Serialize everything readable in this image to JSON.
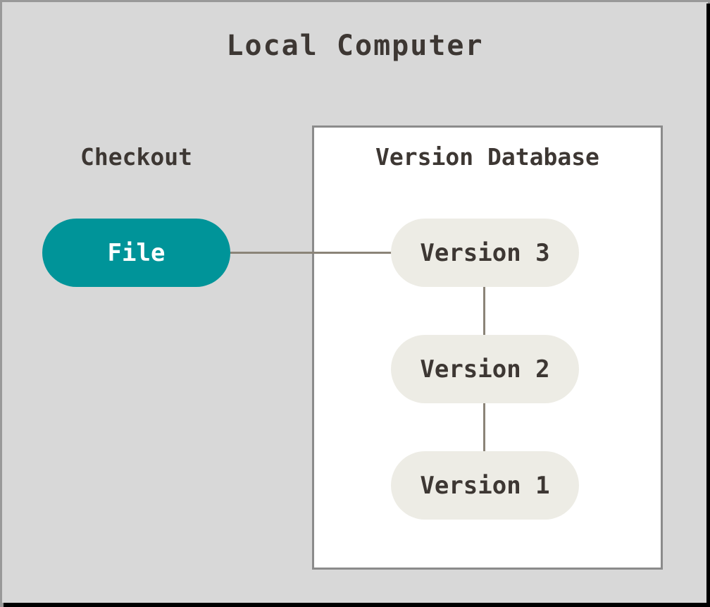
{
  "diagram": {
    "title": "Local Computer",
    "checkout_label": "Checkout",
    "file_node": {
      "label": "File"
    },
    "version_database": {
      "title": "Version Database",
      "versions": [
        {
          "label": "Version 3"
        },
        {
          "label": "Version 2"
        },
        {
          "label": "Version 1"
        }
      ]
    },
    "colors": {
      "window_background": "#d8d8d8",
      "window_border": "#999999",
      "drop_shadow": "#000000",
      "database_box_fill": "#ffffff",
      "database_box_border": "#8b8b8b",
      "file_node_fill": "#009499",
      "file_node_text": "#ffffff",
      "version_node_fill": "#edece5",
      "text_dark": "#3d3733",
      "connector_line": "#8b8478"
    }
  }
}
